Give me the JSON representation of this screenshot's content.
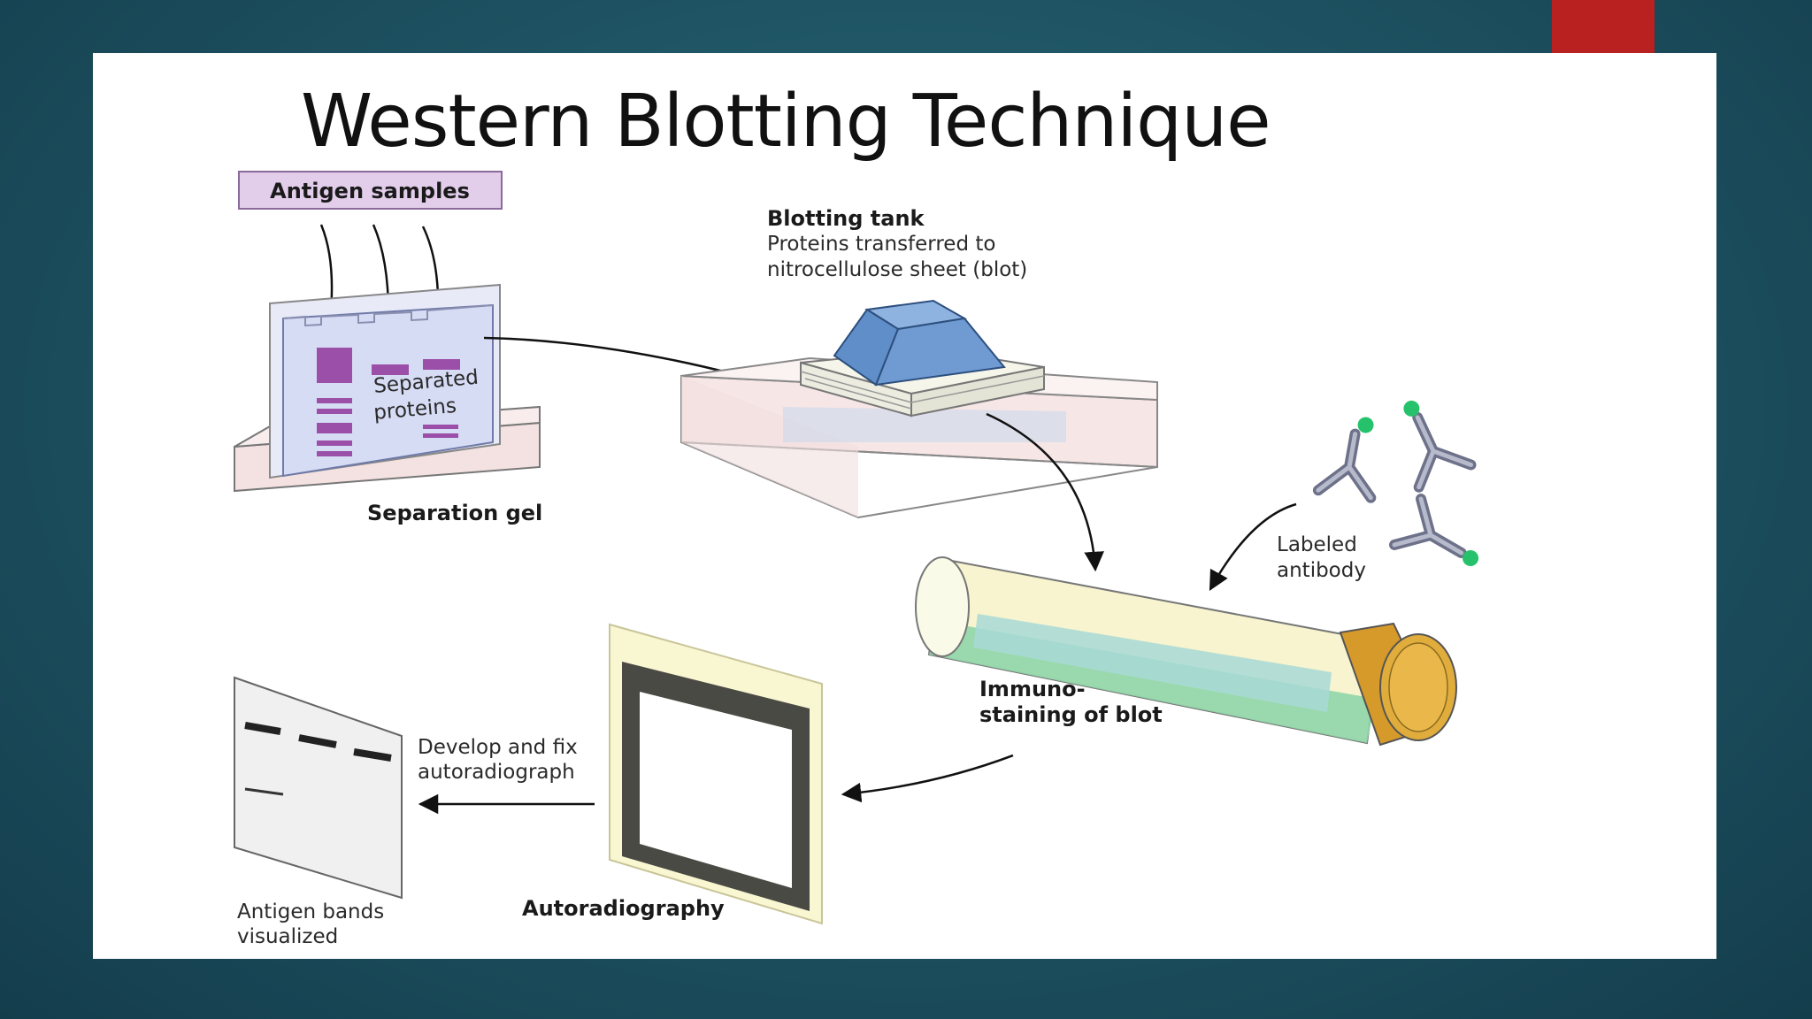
{
  "slide": {
    "title": "Western Blotting Technique"
  },
  "diagram": {
    "antigen_samples": "Antigen samples",
    "separated_proteins": [
      "Separated",
      "proteins"
    ],
    "separation_gel": "Separation gel",
    "blotting_tank": "Blotting tank",
    "blotting_desc": [
      "Proteins transferred to",
      "nitrocellulose sheet (blot)"
    ],
    "labeled_antibody": [
      "Labeled",
      "antibody"
    ],
    "immunostaining": [
      "Immuno-",
      "staining of blot"
    ],
    "develop_fix": [
      "Develop and fix",
      "autoradiograph"
    ],
    "autoradiography": "Autoradiography",
    "antigen_bands": [
      "Antigen bands",
      "visualized"
    ]
  },
  "colors": {
    "background": "#1f5565",
    "accent_red": "#b8211f",
    "label_box": "#e2cdea",
    "gel": "#d7dcf5",
    "protein_band": "#9b4fa8",
    "blot_block": "#5f8ec9",
    "tube_liquid": "#8fd6a8",
    "tube_cap": "#e0ad3c",
    "antibody": "#8f93a8",
    "label_green": "#26c26b"
  }
}
